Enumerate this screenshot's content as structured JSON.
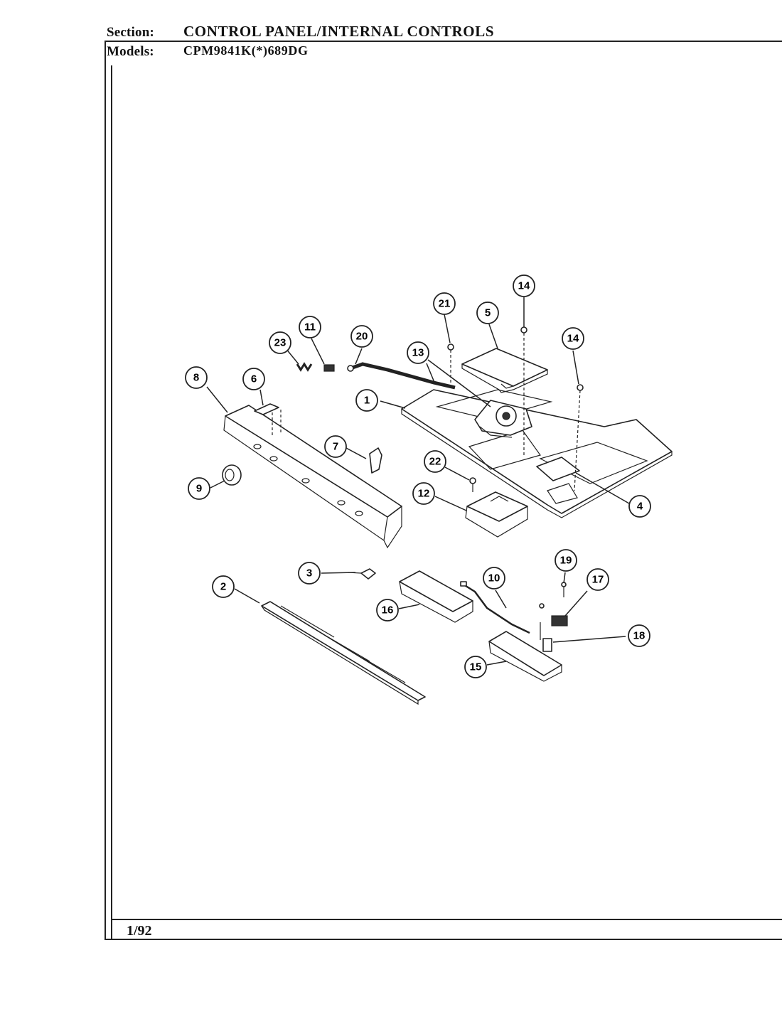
{
  "header": {
    "section_label": "Section:",
    "section_value": "CONTROL PANEL/INTERNAL CONTROLS",
    "models_label": "Models:",
    "models_value": "CPM9841K(*)689DG"
  },
  "footer": {
    "date_code": "1/92"
  },
  "callouts": [
    "1",
    "2",
    "3",
    "4",
    "5",
    "6",
    "7",
    "8",
    "9",
    "10",
    "11",
    "12",
    "13",
    "14",
    "14",
    "15",
    "16",
    "17",
    "18",
    "19",
    "20",
    "21",
    "22",
    "23"
  ]
}
